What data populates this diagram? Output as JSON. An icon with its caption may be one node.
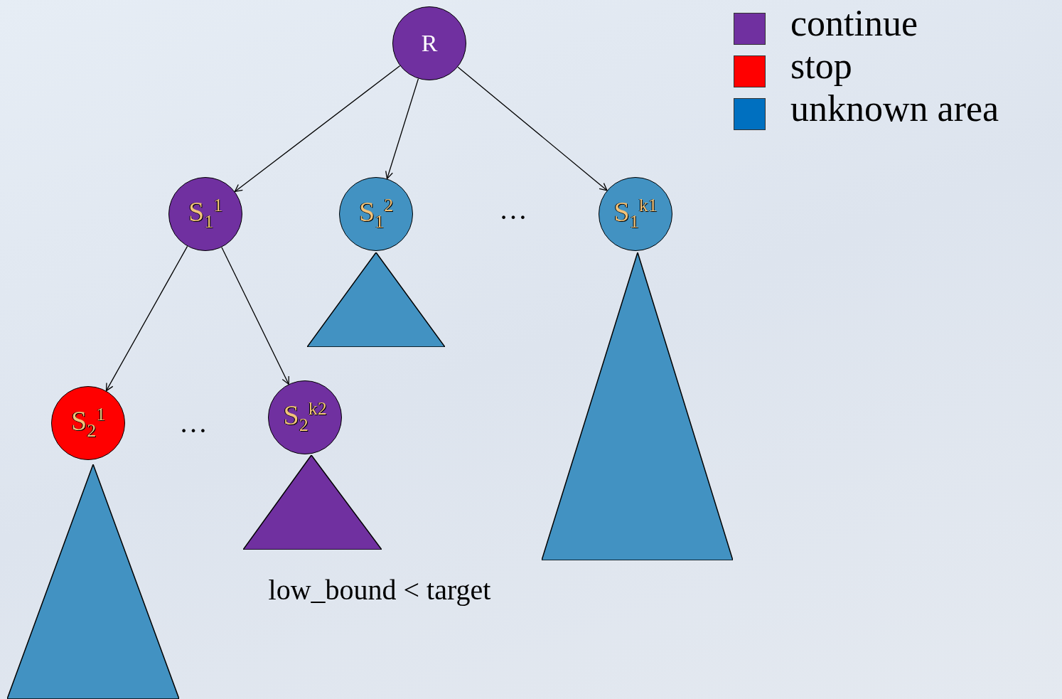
{
  "diagram": {
    "nodes": [
      {
        "text": [
          "R"
        ]
      },
      {
        "text": [
          "S$_{1}$$^{1}$"
        ]
      },
      {
        "text": [
          "S$_{1}$$^{2}$"
        ]
      },
      {
        "text": [
          "S$_{1}$$^{k1}$"
        ]
      },
      {
        "text": [],
        "shape": "triangle"
      },
      {
        "text": [],
        "shape": "triangle"
      },
      {
        "text": [
          "S$_{2}$$^{1}$"
        ]
      },
      {
        "text": [
          "S$_{2}$$^{k2}$"
        ]
      },
      {
        "text": [],
        "shape": "triangle"
      },
      {
        "text": [],
        "shape": "triangle"
      }
    ],
    "edges": [
      {
        "from": 0,
        "to": 1,
        "arrow": "to"
      },
      {
        "from": 0,
        "to": 2,
        "arrow": "to"
      },
      {
        "from": 0,
        "to": 3,
        "arrow": "to"
      },
      {
        "from": 1,
        "to": 6,
        "arrow": "to"
      },
      {
        "from": 1,
        "to": 7,
        "arrow": "to"
      }
    ],
    "labels": [
      "…",
      "…",
      "low_bound < target"
    ],
    "legend": [
      {
        "text": "continue",
        "color": "#7030a0"
      },
      {
        "text": "stop",
        "color": "#ff0000"
      },
      {
        "text": "unknown area",
        "color": "#0070c0"
      }
    ]
  }
}
